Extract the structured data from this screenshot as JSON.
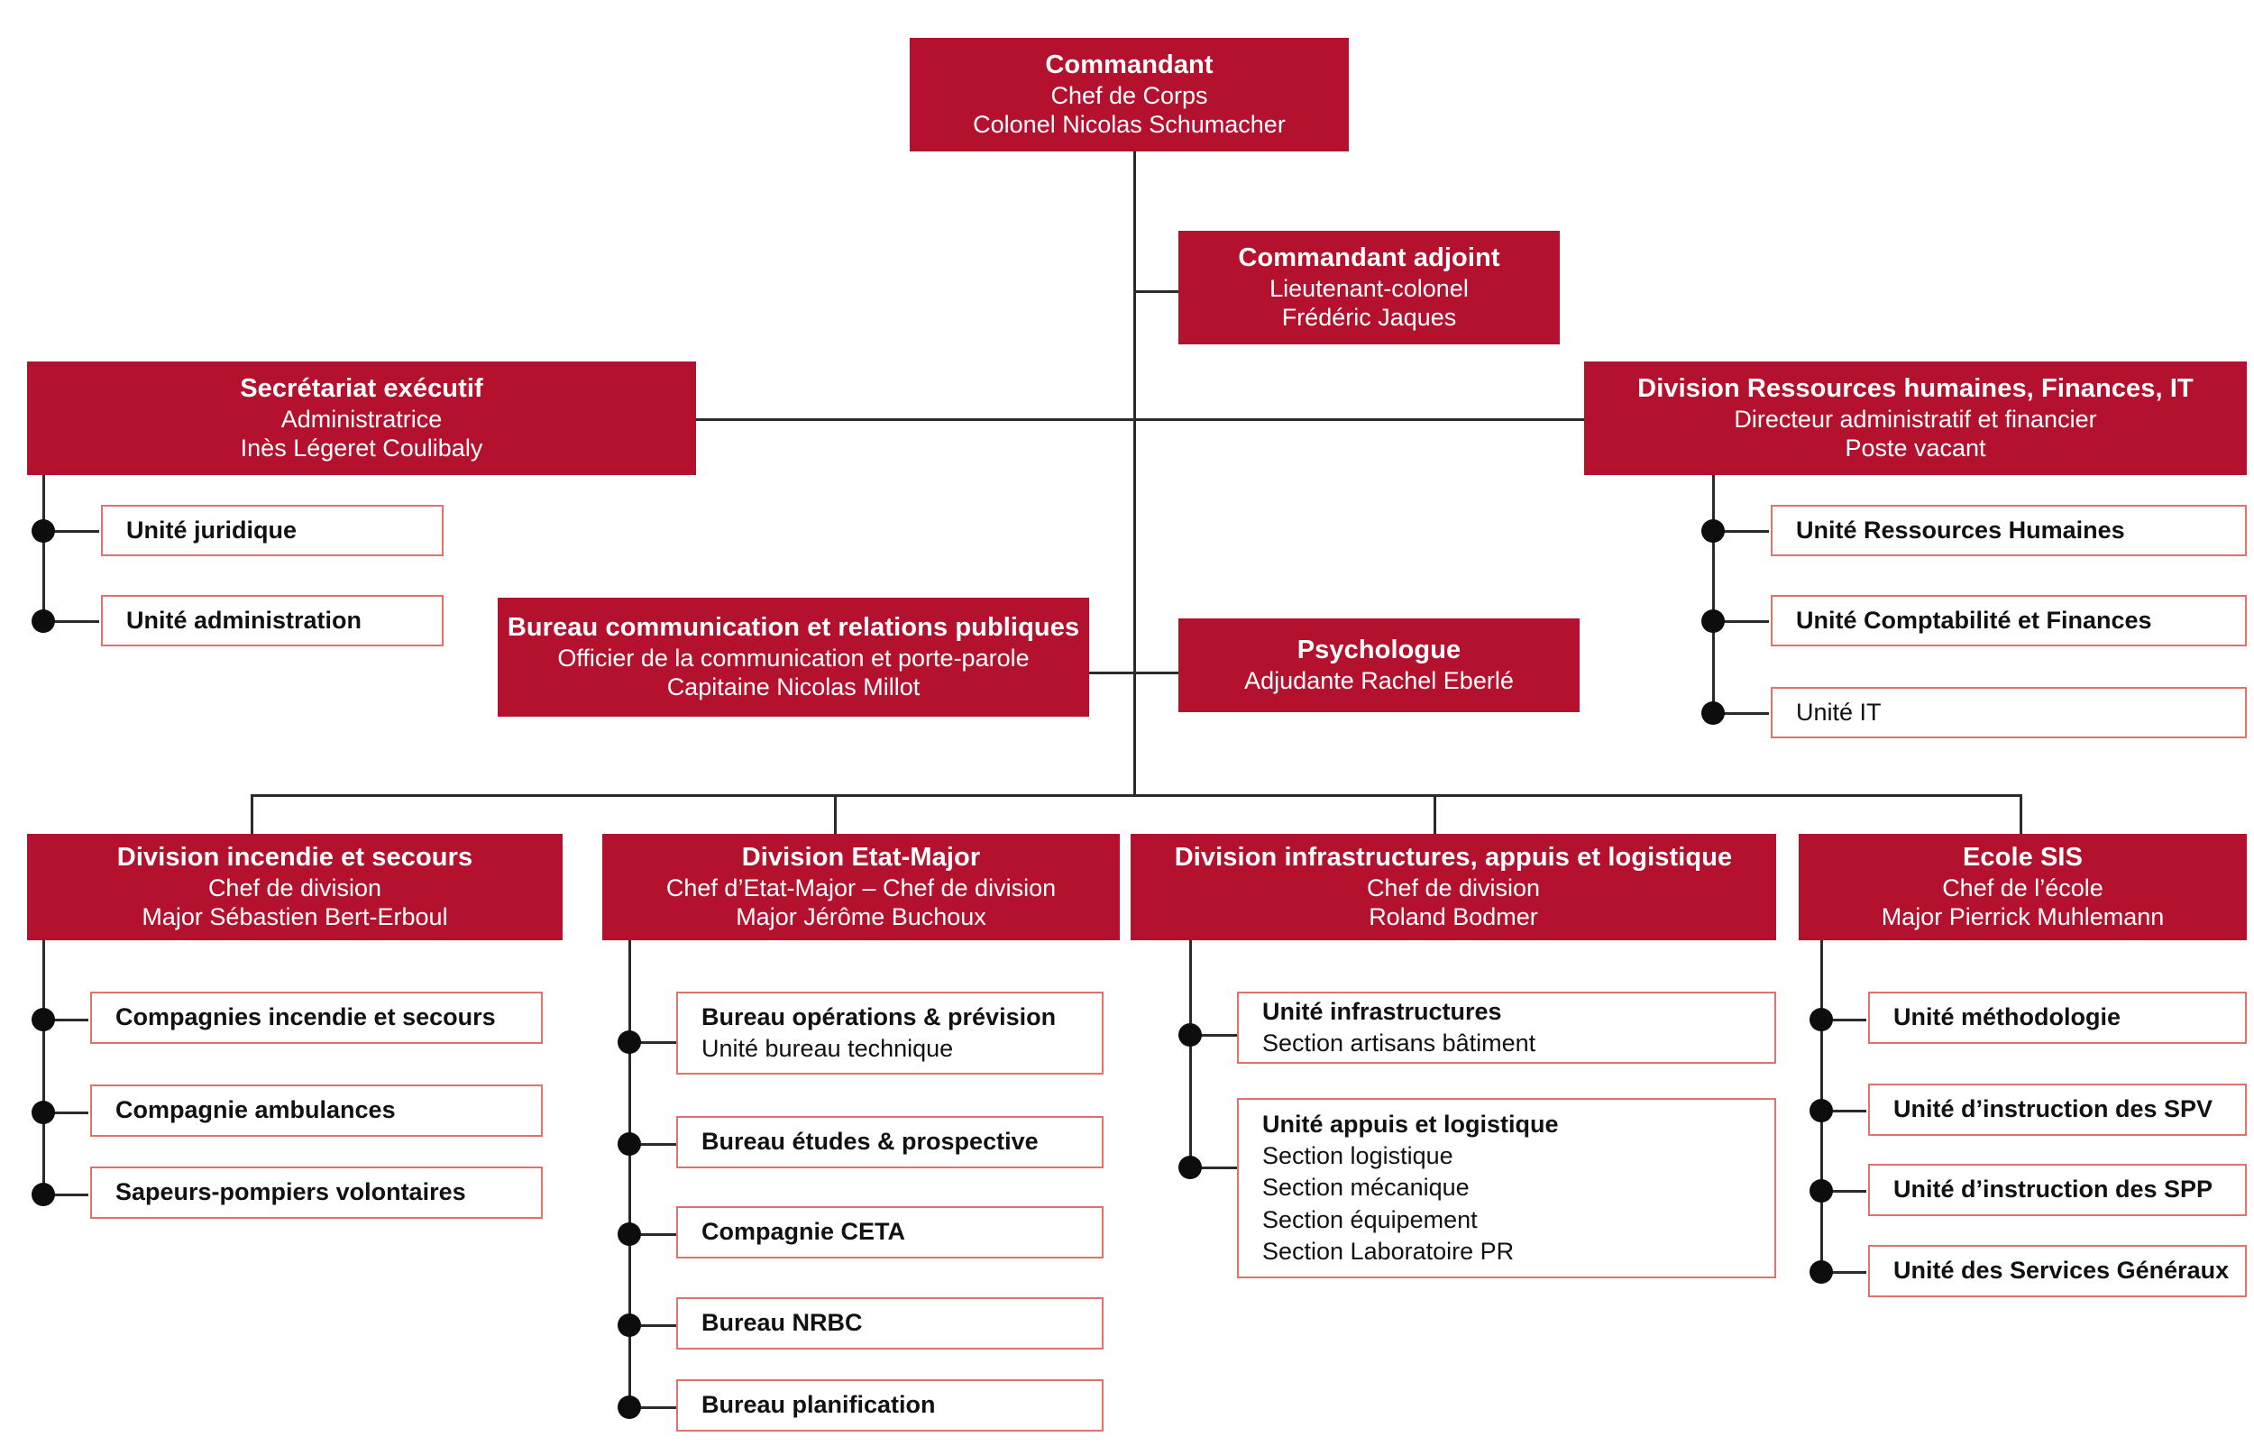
{
  "theme": {
    "red": "#B3112E",
    "box_border": "#E0726E",
    "connector": "#2b2b2b",
    "text_on_red": "#ffffff",
    "text_dark": "#111111"
  },
  "chart_data": {
    "type": "diagram",
    "title": "Organigramme SIS",
    "nodes": 26
  },
  "nodes": {
    "commandant": {
      "title": "Commandant",
      "role": "Chef de Corps",
      "person": "Colonel Nicolas Schumacher"
    },
    "commandant_adj": {
      "title": "Commandant adjoint",
      "role": "Lieutenant-colonel",
      "person": "Frédéric Jaques"
    },
    "secretariat": {
      "title": "Secrétariat exécutif",
      "role": "Administratrice",
      "person": "Inès Légeret Coulibaly"
    },
    "division_rh": {
      "title": "Division Ressources humaines, Finances, IT",
      "role": "Directeur administratif et financier",
      "person": "Poste vacant"
    },
    "bureau_com": {
      "title": "Bureau communication et relations publiques",
      "role": "Officier de la communication et porte-parole",
      "person": "Capitaine Nicolas Millot"
    },
    "psychologue": {
      "title": "Psychologue",
      "role": "Adjudante Rachel Eberlé",
      "person": ""
    },
    "div_incendie": {
      "title": "Division incendie et secours",
      "role": "Chef de division",
      "person": "Major Sébastien Bert-Erboul"
    },
    "div_etatmajor": {
      "title": "Division Etat-Major",
      "role": "Chef d’Etat-Major – Chef de division",
      "person": "Major Jérôme Buchoux"
    },
    "div_infra": {
      "title": "Division infrastructures, appuis et logistique",
      "role": "Chef de division",
      "person": "Roland Bodmer"
    },
    "ecole_sis": {
      "title": "Ecole SIS",
      "role": "Chef de l’école",
      "person": "Major Pierrick Muhlemann"
    }
  },
  "secretariat_units": [
    {
      "title": "Unité juridique"
    },
    {
      "title": "Unité administration"
    }
  ],
  "rh_units": [
    {
      "title": "Unité Ressources Humaines"
    },
    {
      "title": "Unité Comptabilité et Finances"
    },
    {
      "title": "Unité IT"
    }
  ],
  "incendie_units": [
    {
      "title": "Compagnies incendie et secours"
    },
    {
      "title": "Compagnie ambulances"
    },
    {
      "title": "Sapeurs-pompiers volontaires"
    }
  ],
  "etatmajor_units": [
    {
      "title": "Bureau opérations & prévision",
      "sub1": "Unité bureau technique"
    },
    {
      "title": "Bureau études & prospective"
    },
    {
      "title": "Compagnie CETA"
    },
    {
      "title": "Bureau NRBC"
    },
    {
      "title": "Bureau planification"
    }
  ],
  "infra_units": [
    {
      "title": "Unité infrastructures",
      "sub1": "Section artisans bâtiment"
    },
    {
      "title": "Unité appuis et logistique",
      "sub1": "Section logistique",
      "sub2": "Section mécanique",
      "sub3": "Section équipement",
      "sub4": "Section Laboratoire PR"
    }
  ],
  "ecole_units": [
    {
      "title": "Unité méthodologie"
    },
    {
      "title": "Unité d’instruction des SPV"
    },
    {
      "title": "Unité d’instruction des SPP"
    },
    {
      "title": "Unité des Services Généraux"
    }
  ]
}
